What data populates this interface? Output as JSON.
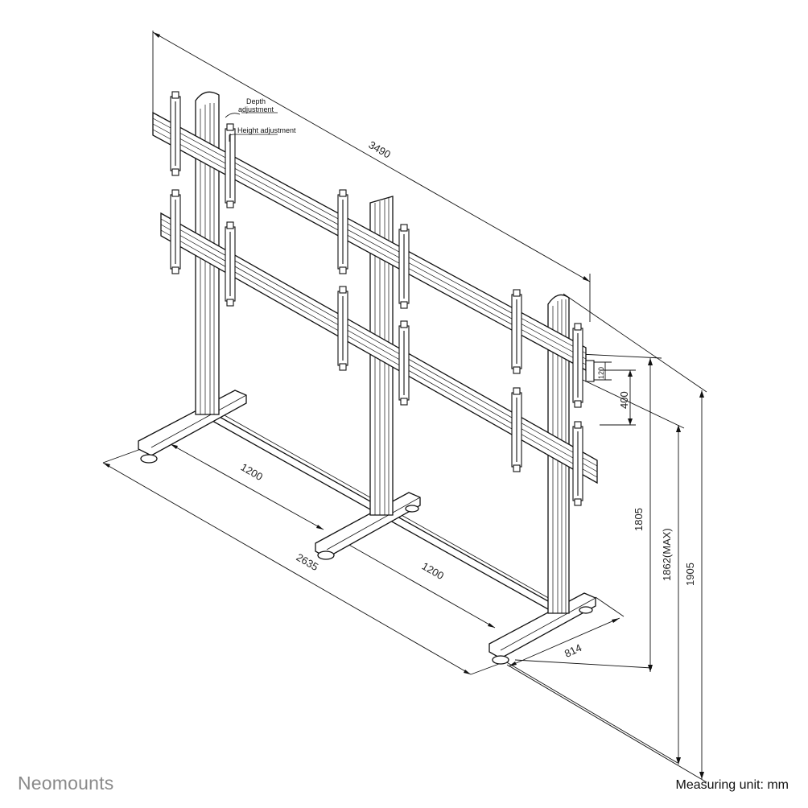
{
  "brand": "Neomounts",
  "measuring_unit": "Measuring unit: mm",
  "annotations": {
    "depth_line1": "Depth",
    "depth_line2": "adjustment",
    "height": "Height adjustment"
  },
  "dimensions": {
    "total_width": "3490",
    "base_spacing_left": "1200",
    "base_spacing_right": "1200",
    "base_length": "2635",
    "foot_depth": "814",
    "height_max": "1862(MAX)",
    "height": "1805",
    "total_height": "1905",
    "vesa_400": "400",
    "vesa_120": "120"
  }
}
